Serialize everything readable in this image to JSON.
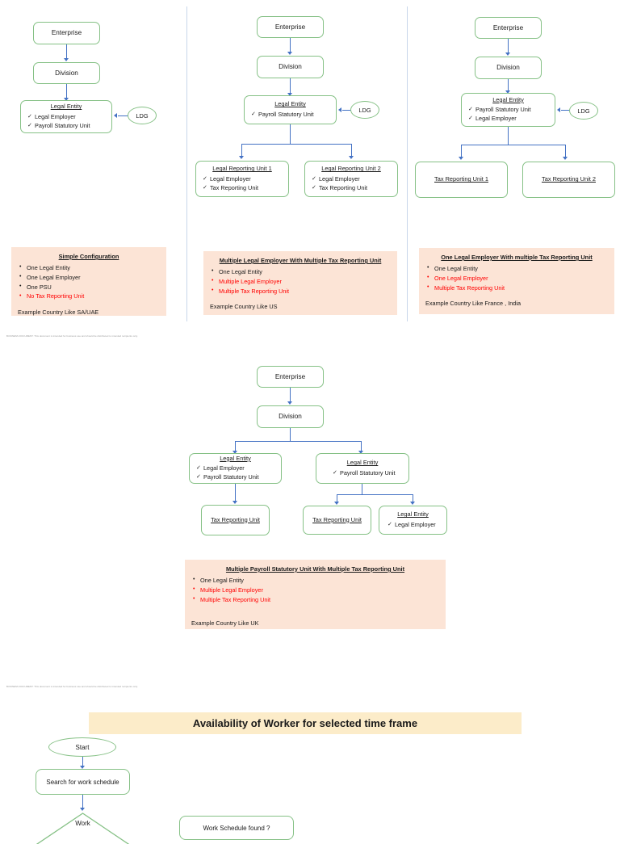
{
  "slide1": {
    "columns": [
      {
        "id": "simple-configuration",
        "nodes": {
          "enterprise": "Enterprise",
          "division": "Division",
          "legal_entity_title": "Legal Entity",
          "legal_entity_items": [
            "Legal Employer",
            "Payroll Statutory Unit"
          ],
          "ldg": "LDG"
        },
        "legend": {
          "title": "Simple Configuration",
          "items": [
            {
              "text": "One Legal Entity",
              "color": "#1a1a1a"
            },
            {
              "text": "One Legal Employer",
              "color": "#1a1a1a"
            },
            {
              "text": "One PSU",
              "color": "#1a1a1a"
            },
            {
              "text": "No Tax Reporting Unit",
              "color": "#ff0000"
            }
          ],
          "example": "Example Country Like SA/UAE"
        }
      },
      {
        "id": "multiple-legal-employer",
        "nodes": {
          "enterprise": "Enterprise",
          "division": "Division",
          "legal_entity_title": "Legal Entity",
          "legal_entity_items": [
            "Payroll Statutory Unit"
          ],
          "ldg": "LDG",
          "lru1_title": "Legal Reporting Unit 1",
          "lru1_items": [
            "Legal Employer",
            "Tax Reporting Unit"
          ],
          "lru2_title": "Legal Reporting Unit 2",
          "lru2_items": [
            "Legal Employer",
            "Tax Reporting Unit"
          ]
        },
        "legend": {
          "title": "Multiple Legal Employer With Multiple Tax Reporting Unit",
          "items": [
            {
              "text": "One Legal Entity",
              "color": "#1a1a1a"
            },
            {
              "text": "Multiple Legal Employer",
              "color": "#ff0000"
            },
            {
              "text": "Multiple Tax Reporting Unit",
              "color": "#ff0000"
            }
          ],
          "example": "Example Country Like US"
        }
      },
      {
        "id": "one-legal-employer",
        "nodes": {
          "enterprise": "Enterprise",
          "division": "Division",
          "legal_entity_title": "Legal Entity",
          "legal_entity_items": [
            "Payroll Statutory Unit",
            "Legal Employer"
          ],
          "ldg": "LDG",
          "tru1": "Tax Reporting Unit 1",
          "tru2": "Tax Reporting Unit 2"
        },
        "legend": {
          "title": "One Legal Employer With multiple Tax Reporting Unit",
          "items": [
            {
              "text": "One Legal Entity",
              "color": "#1a1a1a"
            },
            {
              "text": "One Legal Employer",
              "color": "#ff0000"
            },
            {
              "text": "Multiple Tax Reporting Unit",
              "color": "#ff0000"
            }
          ],
          "example": "Example Country Like France , India"
        }
      }
    ],
    "footer": "BUSINESS DOCUMENT: This document is intended for business use and should be distributed to intended recipients only."
  },
  "slide2": {
    "nodes": {
      "enterprise": "Enterprise",
      "division": "Division",
      "le_left_title": "Legal Entity",
      "le_left_items": [
        "Legal Employer",
        "Payroll Statutory Unit"
      ],
      "le_right_title": "Legal Entity",
      "le_right_items": [
        "Payroll Statutory Unit"
      ],
      "tru_left": "Tax Reporting Unit",
      "tru_mid": "Tax Reporting Unit",
      "le_leaf_title": "Legal Entity",
      "le_leaf_items": [
        "Legal Employer"
      ]
    },
    "legend": {
      "title": "Multiple Payroll Statutory Unit With Multiple Tax Reporting Unit",
      "items": [
        {
          "text": "One Legal Entity",
          "color": "#1a1a1a"
        },
        {
          "text": "Multiple Legal Employer",
          "color": "#ff0000"
        },
        {
          "text": "Multiple Tax Reporting Unit",
          "color": "#ff0000"
        }
      ],
      "example": "Example Country Like UK"
    },
    "footer": "BUSINESS DOCUMENT: This document is intended for business use and should be distributed to intended recipients only."
  },
  "slide3": {
    "banner_title": "Availability of Worker for selected time frame",
    "nodes": {
      "start": "Start",
      "search": "Search for work schedule",
      "decision": "Work",
      "found": "Work Schedule found ?"
    }
  },
  "colors": {
    "node_border": "#86c186",
    "arrow": "#4472c4",
    "legend_bg": "#fce4d6",
    "banner_bg": "#fcecc9",
    "highlight_red": "#ff0000",
    "divider": "#c8d6ea"
  }
}
